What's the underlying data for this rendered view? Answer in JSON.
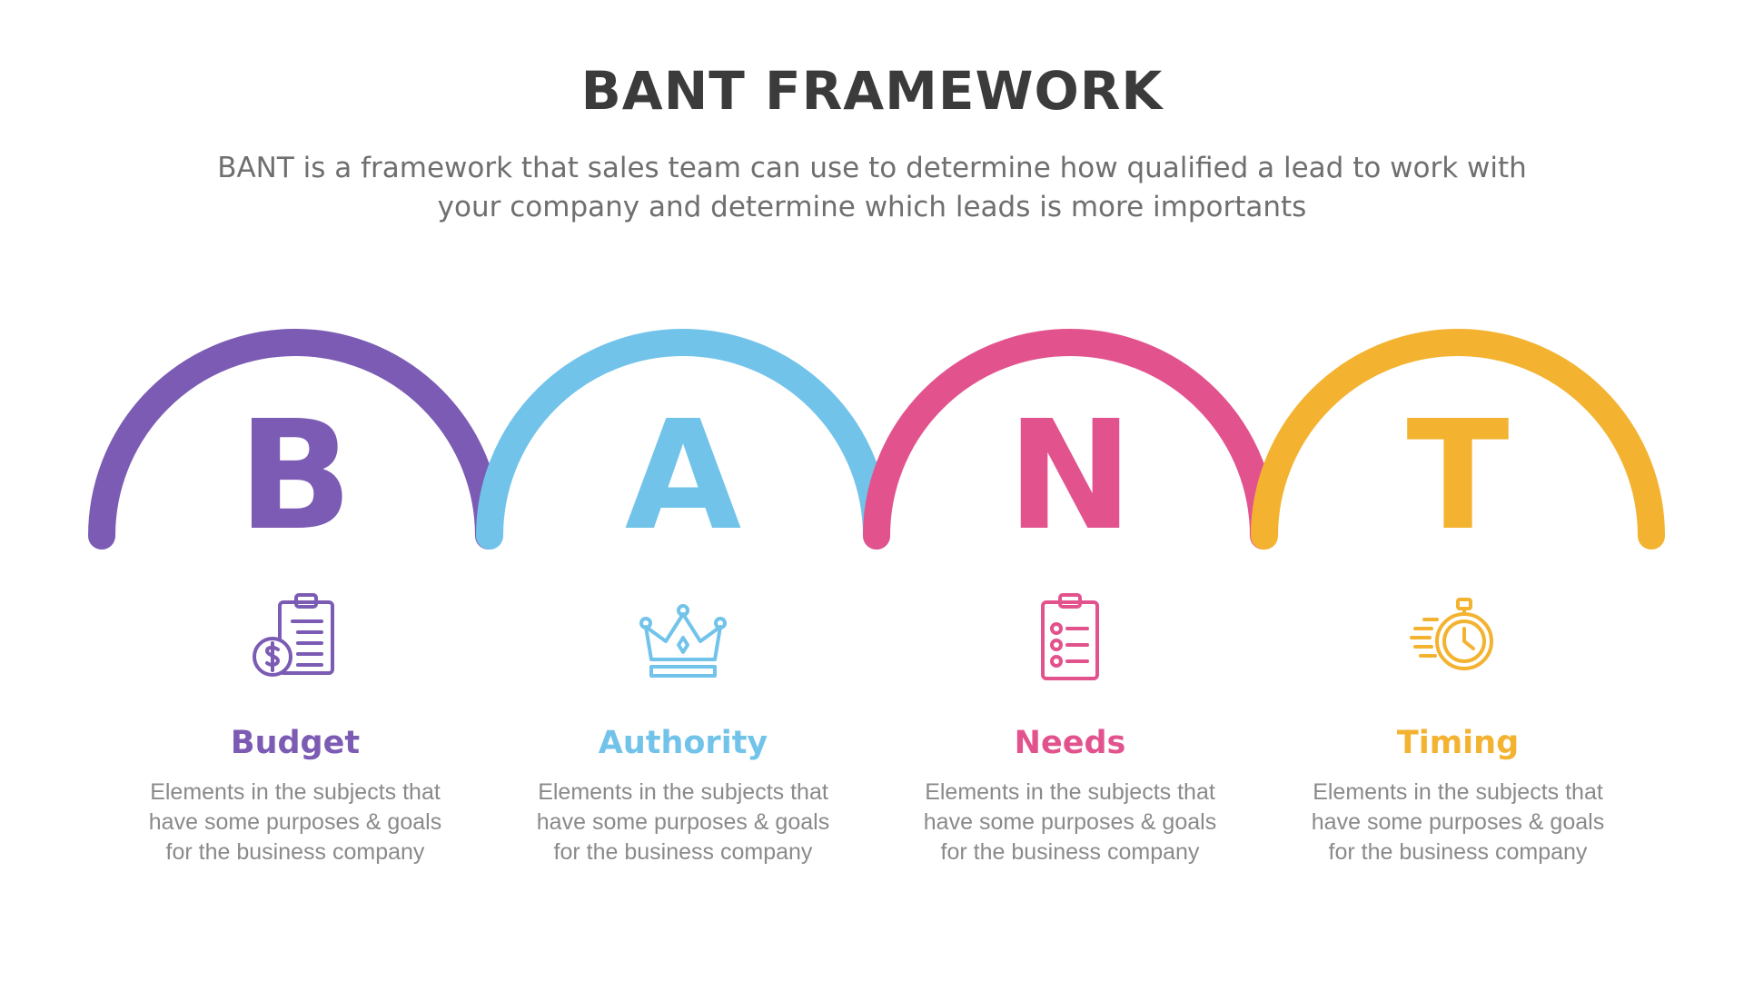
{
  "header": {
    "title": "BANT FRAMEWORK",
    "subtitle_line1": "BANT is a framework that sales team can use to determine how qualified a lead to work with",
    "subtitle_line2": "your company and determine which leads is more importants"
  },
  "steps": [
    {
      "letter": "B",
      "label": "Budget",
      "color": "#7b5bb3",
      "icon": "budget-clipboard-coin-icon",
      "desc_line1": "Elements in the subjects that",
      "desc_line2": "have  some purposes & goals",
      "desc_line3": "for the  business company"
    },
    {
      "letter": "A",
      "label": "Authority",
      "color": "#72c3ea",
      "icon": "crown-icon",
      "desc_line1": "Elements in the subjects that",
      "desc_line2": "have  some purposes & goals",
      "desc_line3": "for the  business company"
    },
    {
      "letter": "N",
      "label": "Needs",
      "color": "#e2538e",
      "icon": "checklist-clipboard-icon",
      "desc_line1": "Elements in the subjects that",
      "desc_line2": "have  some purposes & goals",
      "desc_line3": "for the  business company"
    },
    {
      "letter": "T",
      "label": "Timing",
      "color": "#f3b331",
      "icon": "stopwatch-icon",
      "desc_line1": "Elements in the subjects that",
      "desc_line2": "have  some purposes & goals",
      "desc_line3": "for the  business company"
    }
  ]
}
